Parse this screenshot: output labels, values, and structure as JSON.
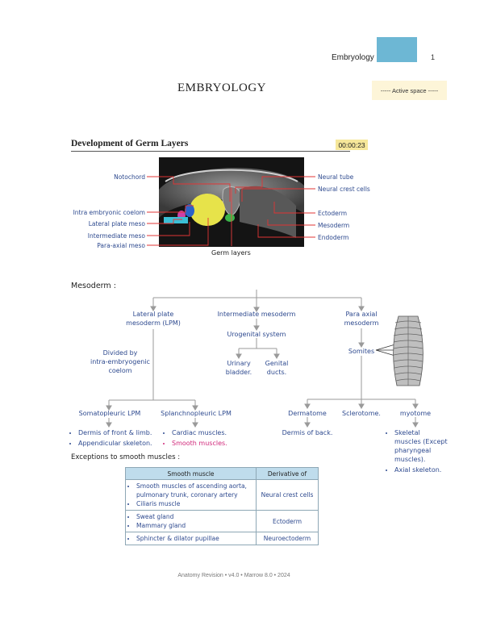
{
  "header": {
    "label": "Embryology",
    "page_number": "1",
    "accent_color": "#6db7d4"
  },
  "title": "EMBRYOLOGY",
  "active_space": "----- Active space -----",
  "section": {
    "title": "Development of Germ Layers",
    "timer": "00:00:23"
  },
  "figure": {
    "caption": "Germ layers",
    "left_labels": [
      "Notochord",
      "Intra embryonic coelom",
      "Lateral plate meso",
      "Intermediate meso",
      "Para-axial meso"
    ],
    "right_labels": [
      "Neural tube",
      "Neural crest cells",
      "Ectoderm",
      "Mesoderm",
      "Endoderm"
    ]
  },
  "mesoderm": {
    "heading": "Mesoderm :",
    "lateral": {
      "line1": "Lateral plate",
      "line2": "mesoderm (LPM)"
    },
    "intermediate": "Intermediate mesoderm",
    "paraaxial": {
      "line1": "Para axial",
      "line2": "mesoderm"
    },
    "divided": {
      "line1": "Divided by",
      "line2": "intra-embryogenic",
      "line3": "coelom"
    },
    "urogenital": "Urogenital system",
    "urinary": {
      "line1": "Urinary",
      "line2": "bladder."
    },
    "genital": {
      "line1": "Genital",
      "line2": "ducts."
    },
    "somites": "Somites",
    "somatopleuric": {
      "title": "Somatopleuric LPM",
      "items": [
        "Dermis of front & limb.",
        "Appendicular skeleton."
      ]
    },
    "splanchnopleuric": {
      "title": "Splanchnopleuric LPM",
      "items": [
        "Cardiac muscles.",
        "Smooth muscles."
      ]
    },
    "dermatome": {
      "title": "Dermatome",
      "desc": "Dermis of back."
    },
    "sclerotome": "Sclerotome.",
    "myotome": {
      "title": "myotome",
      "items": [
        "Skeletal muscles (Except pharyngeal muscles).",
        "Axial skeleton."
      ]
    }
  },
  "exceptions": {
    "heading": "Exceptions to smooth muscles :",
    "columns": [
      "Smooth muscle",
      "Derivative of"
    ],
    "rows": [
      {
        "muscles": [
          "Smooth muscles of ascending aorta, pulmonary trunk, coronary artery",
          "Ciliaris muscle"
        ],
        "derivative": "Neural crest cells"
      },
      {
        "muscles": [
          "Sweat gland",
          "Mammary gland"
        ],
        "derivative": "Ectoderm"
      },
      {
        "muscles": [
          "Sphincter & dilator pupillae"
        ],
        "derivative": "Neuroectoderm"
      }
    ]
  },
  "footer": "Anatomy Revision • v4.0 • Marrow 8.0 • 2024"
}
